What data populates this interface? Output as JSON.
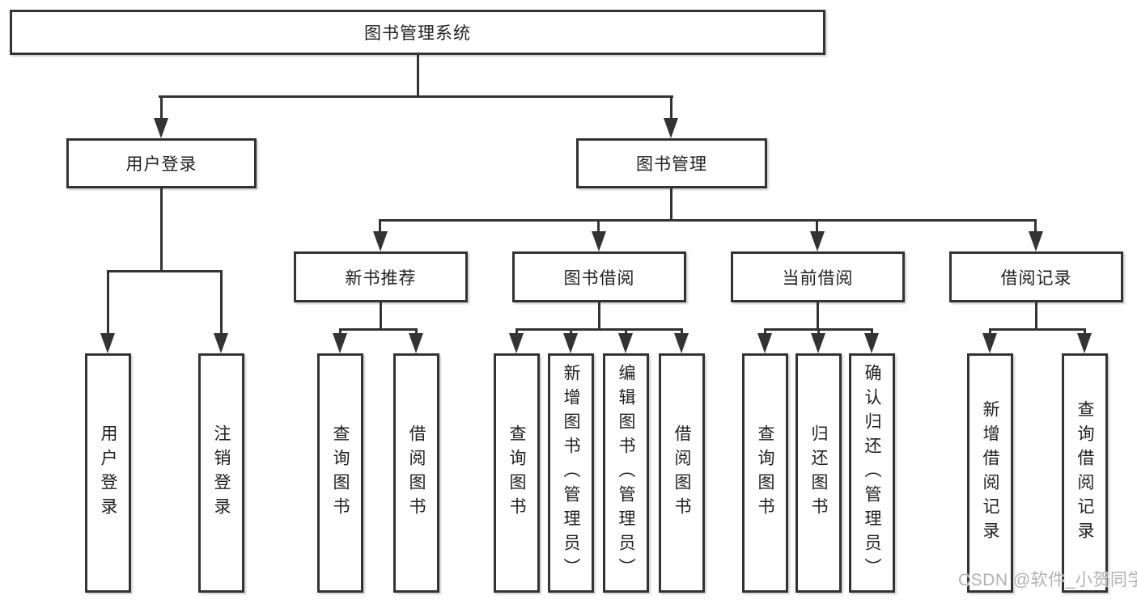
{
  "diagram": {
    "root": {
      "label": "图书管理系统"
    },
    "level2": [
      {
        "label": "用户登录"
      },
      {
        "label": "图书管理"
      }
    ],
    "level3": [
      {
        "label": "新书推荐"
      },
      {
        "label": "图书借阅"
      },
      {
        "label": "当前借阅"
      },
      {
        "label": "借阅记录"
      }
    ],
    "leaves": [
      {
        "label": "用户登录"
      },
      {
        "label": "注销登录"
      },
      {
        "label": "查询图书"
      },
      {
        "label": "借阅图书"
      },
      {
        "label": "查询图书"
      },
      {
        "label": "新增图书（管理员）"
      },
      {
        "label": "编辑图书（管理员）"
      },
      {
        "label": "借阅图书"
      },
      {
        "label": "查询图书"
      },
      {
        "label": "归还图书"
      },
      {
        "label": "确认归还（管理员）"
      },
      {
        "label": "新增借阅记录"
      },
      {
        "label": "查询借阅记录"
      }
    ],
    "colors": {
      "line": "#333333",
      "box_border": "#333333",
      "box_background": "#ffffff",
      "text": "#1f1f1f",
      "watermark": "#b2b2b2"
    }
  },
  "watermark": {
    "text": "CSDN @软件_小贺同学"
  }
}
